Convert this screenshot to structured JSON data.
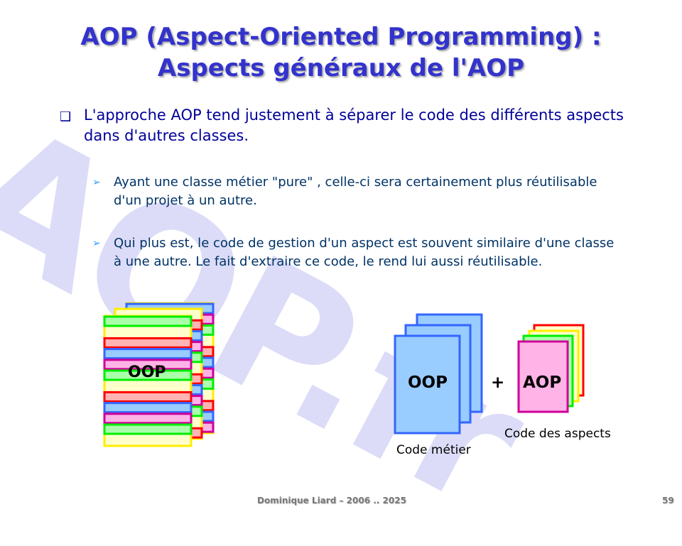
{
  "watermark": "AOP.fr",
  "title": {
    "line1": "AOP (Aspect-Oriented Programming) :",
    "line2": "Aspects généraux de l'AOP"
  },
  "bullet": "L'approche AOP tend justement à séparer le code des différents aspects dans d'autres classes.",
  "sub_bullets": [
    "Ayant une classe métier \"pure\" , celle-ci sera certainement plus réutilisable d'un projet à un autre.",
    "Qui plus est, le code de gestion d'un aspect est souvent similaire d'une classe à une autre. Le fait d'extraire ce code, le rend lui aussi réutilisable."
  ],
  "diagram": {
    "left_label": "OOP",
    "oop_label": "OOP",
    "plus": "+",
    "aop_label": "AOP",
    "code_metier": "Code métier",
    "code_aspects": "Code des aspects"
  },
  "footer": {
    "author": "Dominique Liard – 2006 .. 2025",
    "page": "59"
  },
  "colors": {
    "title": "#3333cc",
    "text": "#000099",
    "stripes": [
      [
        "#aaffaa",
        "#00ee00"
      ],
      [
        "#ffffcc",
        "#ffee00"
      ],
      [
        "#ffb3b3",
        "#ff0000"
      ],
      [
        "#99ccff",
        "#3366ff"
      ],
      [
        "#ffb3e6",
        "#cc0099"
      ]
    ]
  }
}
